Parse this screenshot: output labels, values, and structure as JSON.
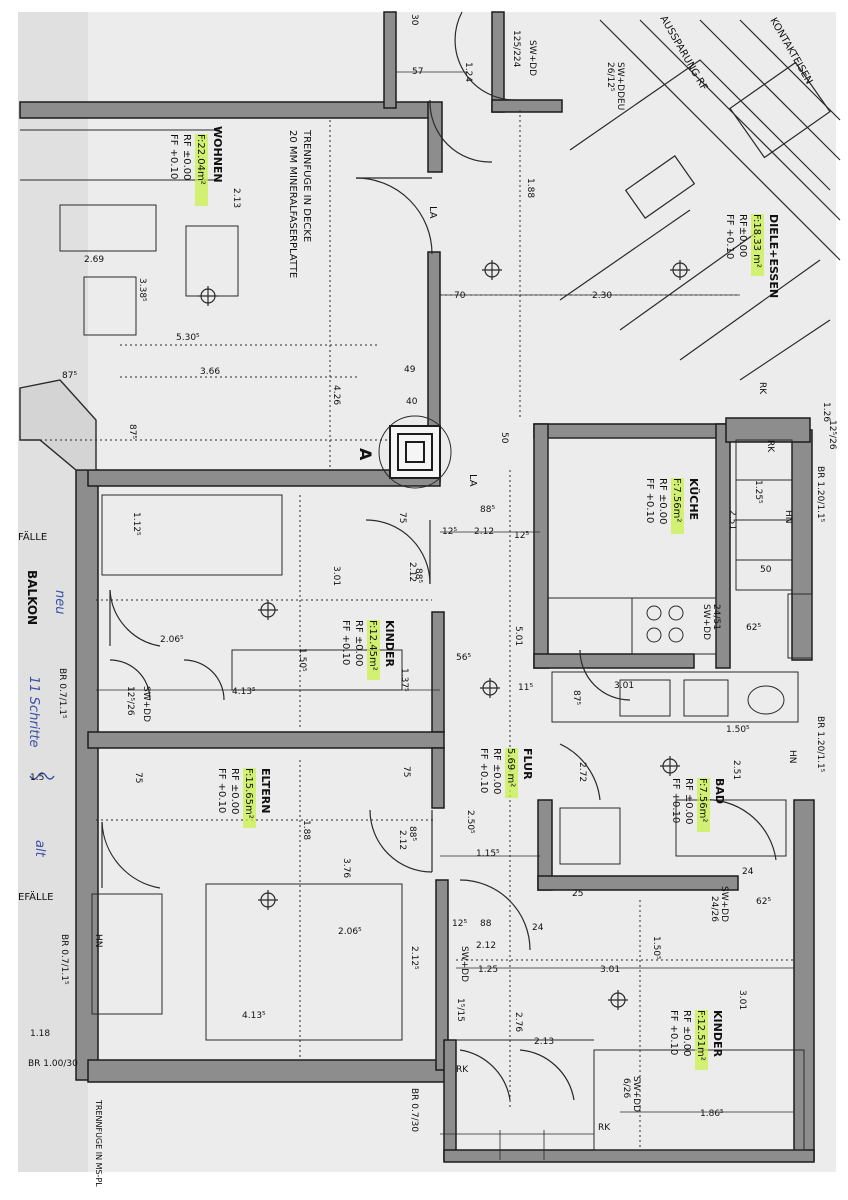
{
  "colors": {
    "paper": "#ffffff",
    "scan": "#e9e9e9",
    "wall": "#1c1c1c",
    "wall_fill": "#8d8d8d",
    "line": "#2a2a2a",
    "highlight": "#c9f24a",
    "ink_blue": "#3a4fa8"
  },
  "rooms": {
    "wohnen": {
      "name": "WOHNEN",
      "area": "F:22.04m²",
      "rf": "RF ±0.00",
      "ff": "FF +0.10"
    },
    "diele": {
      "name": "DIELE+ESSEN",
      "area": "F:18.33 m²",
      "rf": "RF±0.00",
      "ff": "FF +0.10"
    },
    "kueche": {
      "name": "KÜCHE",
      "area": "F:7.56m²",
      "rf": "RF ±0.00",
      "ff": "FF +0.10"
    },
    "kinder1": {
      "name": "KINDER",
      "area": "F:12.45m²",
      "rf": "RF ±0.00",
      "ff": "FF +0.10"
    },
    "flur": {
      "name": "FLUR",
      "area": "5.69 m²",
      "rf": "RF ±0.00",
      "ff": "FF +0.10"
    },
    "bad": {
      "name": "BAD",
      "area": "F:7.56m²",
      "rf": "RF ±0.00",
      "ff": "FF +0.10"
    },
    "eltern": {
      "name": "ELTERN",
      "area": "F:15.65m²",
      "rf": "RF ±0.00",
      "ff": "FF +0.10"
    },
    "kinder2": {
      "name": "KINDER",
      "area": "F:12.51m²",
      "rf": "RF ±0.00",
      "ff": "FF +0.10"
    }
  },
  "notes": {
    "trennfuge": "TRENNFUGE IN DECKE",
    "mineral": "20 MM MINERALFASERPLATTE",
    "balkon": "BALKON",
    "gefaelle1": "FÄLLE",
    "gefaelle2": "EFÄLLE",
    "aussparung": "AUSSPARUNG RF",
    "kontakt": "KONTAKTEISEN",
    "la1": "LA",
    "la2": "LA",
    "trennfuge2": "TRENNFUGE IN MS-PL",
    "section_marker": "A",
    "hn1": "HN",
    "hn2": "HN",
    "hn3": "HN",
    "rk1": "RK",
    "rk2": "RK",
    "rk3": "RK",
    "rk4": "RK"
  },
  "handwriting": {
    "h1": "neu",
    "h2": "11 Schritte",
    "h3": "alt"
  },
  "dims": {
    "d_57": "57",
    "d_124": "1.24",
    "d_30": "30",
    "d_125_224": "125/224",
    "d_sw_dd_top": "SW+DD",
    "d_2612": "26/12⁵",
    "d_sw_ddeu": "SW+DDEU",
    "d_188": "1.88",
    "d_70": "70",
    "d_230": "2.30",
    "d_213": "2.13",
    "d_269": "2.69",
    "d_338": "3.38⁵",
    "d_530": "5.30⁵",
    "d_366": "3.66",
    "d_49": "49",
    "d_40": "40",
    "d_426": "4.26",
    "d_875a": "87⁵",
    "d_875b": "87⁵",
    "d_50": "50",
    "d_126": "1.26",
    "d_885a": "88⁵",
    "d_212a": "2.12",
    "d_125a": "12⁵",
    "d_125b": "12⁵",
    "d_112": "1.12⁵",
    "d_75a": "75",
    "d_301": "3.01",
    "d_212b": "2.12",
    "d_885b": "88⁵",
    "d_206": "2.06⁵",
    "d_150": "1.50⁵",
    "d_137": "1.37⁵",
    "d_413": "4.13⁵",
    "d_sw_dd_mid": "SW+DD",
    "d_12526": "12⁵/26",
    "d_565": "56⁵",
    "d_501": "5.01",
    "d_115": "11⁵",
    "d_br1": "BR 0.7/1.1⁵",
    "d_br2": "BR 1.20/1.1⁵",
    "d_br3": "BR 1.20/1.1⁵",
    "d_1256": "12⁵/26",
    "d_125c": "1.25⁵",
    "d_251a": "2.51",
    "d_50b": "50",
    "d_625": "62⁵",
    "d_sw_dd_k": "SW+DD",
    "d_2451": "24/51",
    "d_301b": "3.01",
    "d_875c": "87⁵",
    "d_150b": "1.50⁵",
    "d_251b": "2.51",
    "d_272": "2.72",
    "d_250": "2.50⁵",
    "d_115b": "1.15⁵",
    "d_75b": "75",
    "d_75c": "75",
    "d_188b": "1.88",
    "d_376": "3.76",
    "d_212c": "2.12",
    "d_885c": "88⁵",
    "d_206b": "2.06⁵",
    "d_413b": "4.13⁵",
    "d_212d": "2.12⁵",
    "d_125d": "12⁵",
    "d_88": "88",
    "d_24": "24",
    "d_212e": "2.12",
    "d_125e": "1.25",
    "d_sw_dd_b": "SW+DD",
    "d_1115": "1⁵/15",
    "d_276": "2.76",
    "d_213b": "2.13",
    "d_150c": "1.50⁵",
    "d_301c": "3.01",
    "d_301d": "3.01",
    "d_625b": "62⁵",
    "d_2426": "24/26",
    "d_sw_dd_c": "SW+DD",
    "d_186": "1.86⁵",
    "d_626": "6/26",
    "d_sw_dd_d": "SW+DD",
    "d_118": "1.18",
    "d_br4": "BR 0.7/1.1⁵",
    "d_br5": "BR 0.7/30",
    "d_br6": "BR 1.00/30",
    "d_15": "1.5",
    "d_25": "25",
    "d_24b": "24"
  }
}
